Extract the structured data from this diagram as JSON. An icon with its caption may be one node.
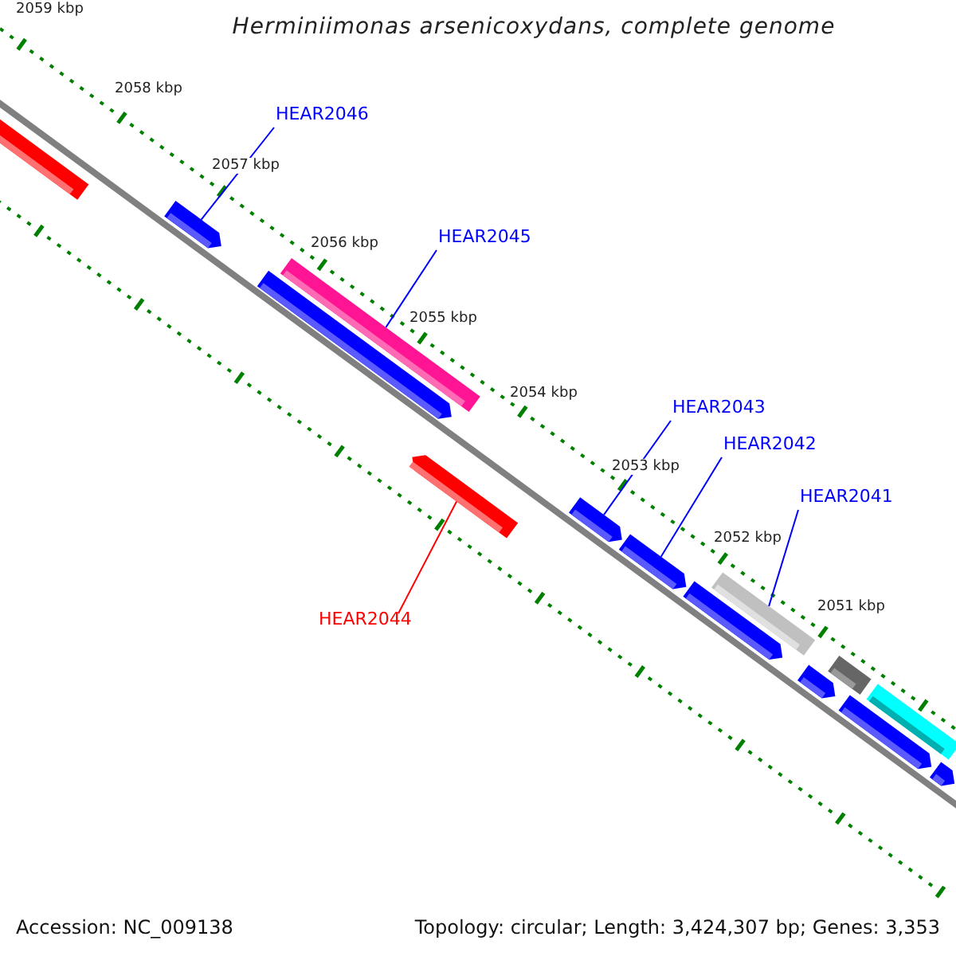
{
  "diagram": {
    "title": "Herminiimonas arsenicoxydans, complete genome",
    "nodes": [
      {
        "text": [
          "HEAR2046"
        ]
      },
      {
        "text": [],
        "shape": "arrow"
      },
      {
        "text": [
          "HEAR2045"
        ]
      },
      {
        "text": [],
        "shape": "bar"
      },
      {
        "text": [
          "HEAR2043"
        ]
      },
      {
        "text": [
          "HEAR2042"
        ]
      },
      {
        "text": [
          "HEAR2041"
        ]
      },
      {
        "text": [],
        "shape": "arrow"
      },
      {
        "text": [],
        "shape": "arrow"
      },
      {
        "text": [],
        "shape": "bar"
      },
      {
        "text": [
          "HEAR2044"
        ]
      },
      {
        "text": [],
        "shape": "arrow"
      },
      {
        "text": [],
        "shape": "bar"
      },
      {
        "text": [],
        "shape": "arrow"
      },
      {
        "text": [],
        "shape": "arrow"
      },
      {
        "text": [],
        "shape": "bar"
      },
      {
        "text": [],
        "shape": "arrow"
      },
      {
        "text": [],
        "shape": "bar"
      },
      {
        "text": [],
        "shape": "arrow"
      },
      {
        "text": [],
        "shape": "arrow"
      }
    ],
    "edges": [
      {
        "from": 0,
        "to": 1,
        "arrow": "none"
      },
      {
        "from": 2,
        "to": 3,
        "arrow": "none"
      },
      {
        "from": 4,
        "to": 7,
        "arrow": "none"
      },
      {
        "from": 5,
        "to": 8,
        "arrow": "none"
      },
      {
        "from": 6,
        "to": 9,
        "arrow": "none"
      },
      {
        "from": 10,
        "to": 11,
        "arrow": "none",
        "color": "#ff0000"
      }
    ],
    "labels": [
      "2059 kbp",
      "2058 kbp",
      "2057 kbp",
      "2056 kbp",
      "2055 kbp",
      "2054 kbp",
      "2053 kbp",
      "2052 kbp",
      "2051 kbp",
      "Accession: NC_009138",
      "Topology: circular; Length: 3,424,307 bp; Genes: 3,353"
    ]
  }
}
